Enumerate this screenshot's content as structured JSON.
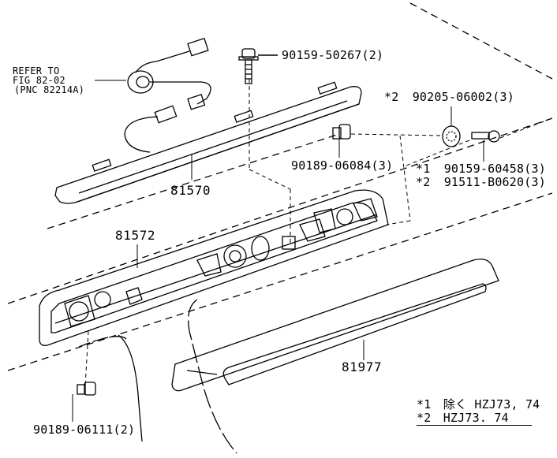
{
  "diagram": {
    "refer": {
      "line1": "REFER TO",
      "line2": "FIG 82-02",
      "line3": "(PNC 82214A)"
    },
    "callouts": [
      {
        "id": "bolt-top",
        "part_no": "90159-50267",
        "qty": "(2)"
      },
      {
        "id": "grommet",
        "prefix": "*2",
        "part_no": "90205-06002",
        "qty": "(3)"
      },
      {
        "id": "clip-upper",
        "part_no": "90189-06084",
        "qty": "(3)"
      },
      {
        "id": "screw-1",
        "prefix": "*1",
        "part_no": "90159-60458",
        "qty": "(3)"
      },
      {
        "id": "screw-2",
        "prefix": "*2",
        "part_no": "91511-B0620",
        "qty": "(3)"
      },
      {
        "id": "lamp-assy",
        "part_no": "81570"
      },
      {
        "id": "lamp-housing",
        "part_no": "81572"
      },
      {
        "id": "lamp-cover",
        "part_no": "81977"
      },
      {
        "id": "clip-lower",
        "part_no": "90189-06111",
        "qty": "(2)"
      }
    ],
    "notes": [
      {
        "mark": "*1",
        "text": "除く HZJ73, 74"
      },
      {
        "mark": "*2",
        "text": "HZJ73. 74"
      }
    ]
  }
}
